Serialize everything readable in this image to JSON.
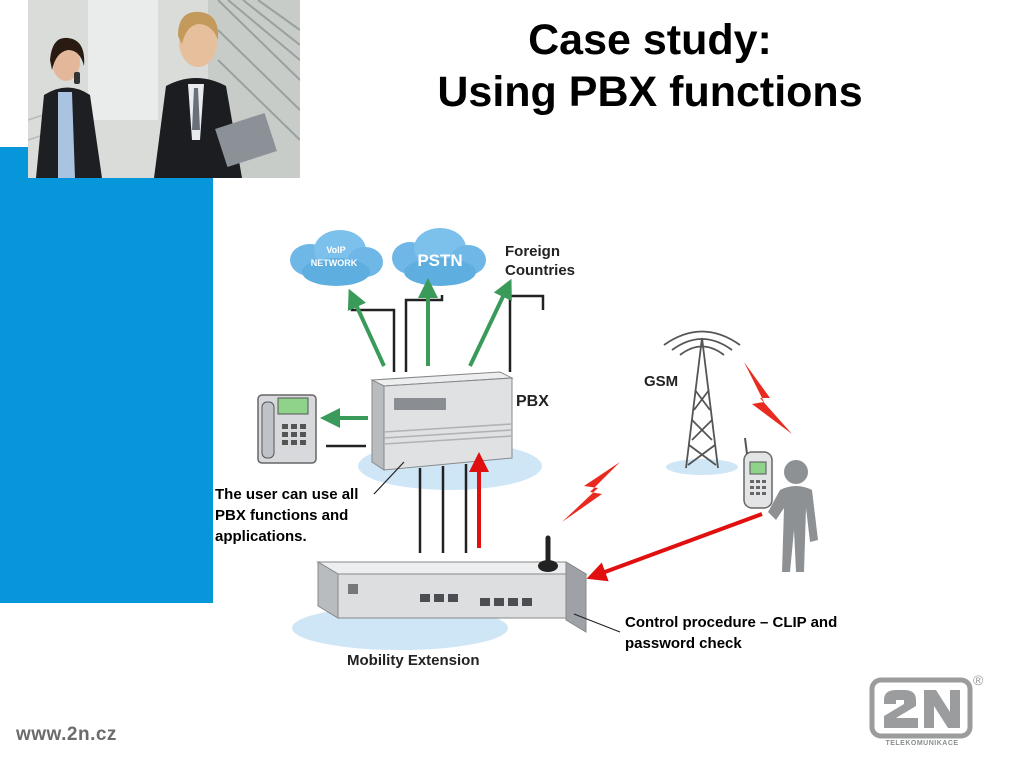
{
  "slide": {
    "title_line1": "Case study:",
    "title_line2": "Using PBX functions"
  },
  "diagram": {
    "clouds": {
      "voip": "VoIP\nNETWORK",
      "pstn": "PSTN",
      "foreign": "Foreign Countries"
    },
    "labels": {
      "pbx": "PBX",
      "gsm": "GSM",
      "mobility_extension": "Mobility Extension"
    },
    "callouts": {
      "user_note": "The user can use all PBX functions and applications.",
      "control_note": "Control procedure – CLIP and password check"
    },
    "colors": {
      "green_arrow": "#3a9a5a",
      "red_arrow": "#e01010",
      "cloud_blue": "#6fb7e6",
      "device_gray": "#d7d9dc"
    }
  },
  "footer": {
    "site_url": "www.2n.cz",
    "logo_text": "2N",
    "logo_sub": "TELEKOMUNIKACE",
    "registered_mark": "®"
  }
}
